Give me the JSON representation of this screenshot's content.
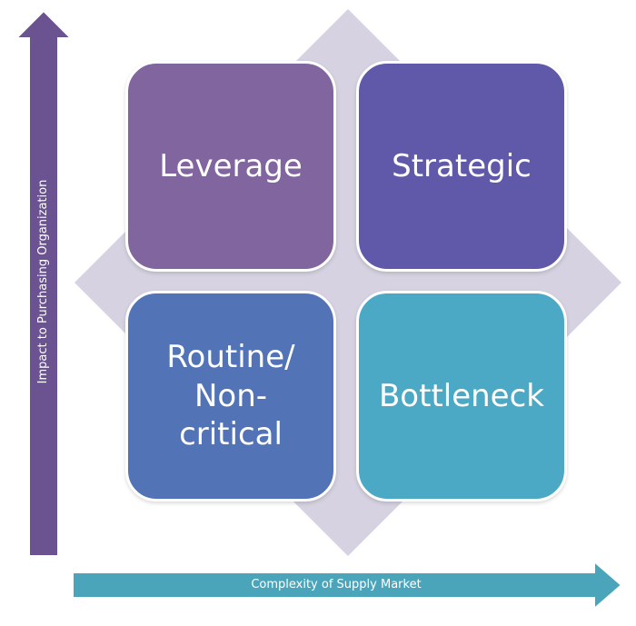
{
  "colors": {
    "diamond": "#d6d2e1",
    "leverage": "#80659e",
    "strategic": "#6059a9",
    "routine": "#5273b6",
    "bottleneck": "#4ba9c6",
    "vertical_arrow": "#6b5291",
    "horizontal_arrow": "#4aa5bb"
  },
  "axes": {
    "vertical_label": "Impact to Purchasing Organization",
    "horizontal_label": "Complexity of Supply Market"
  },
  "quadrants": {
    "leverage": "Leverage",
    "strategic": "Strategic",
    "routine": "Routine/\nNon-\ncritical",
    "bottleneck": "Bottleneck"
  }
}
